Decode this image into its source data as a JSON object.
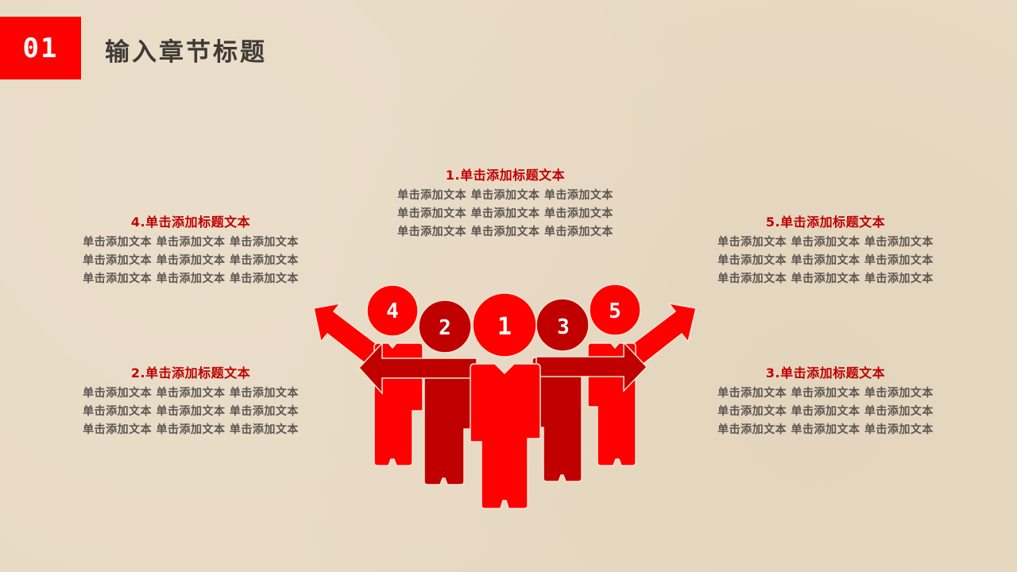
{
  "header": {
    "section_number": "01",
    "title": "输入章节标题"
  },
  "blocks": [
    {
      "id": 1,
      "heading": "1.单击添加标题文本",
      "lines": [
        "单击添加文本 单击添加文本 单击添加文本",
        "单击添加文本 单击添加文本 单击添加文本",
        "单击添加文本 单击添加文本 单击添加文本"
      ]
    },
    {
      "id": 2,
      "heading": "2.单击添加标题文本",
      "lines": [
        "单击添加文本 单击添加文本 单击添加文本",
        "单击添加文本 单击添加文本 单击添加文本",
        "单击添加文本 单击添加文本 单击添加文本"
      ]
    },
    {
      "id": 3,
      "heading": "3.单击添加标题文本",
      "lines": [
        "单击添加文本 单击添加文本 单击添加文本",
        "单击添加文本 单击添加文本 单击添加文本",
        "单击添加文本 单击添加文本 单击添加文本"
      ]
    },
    {
      "id": 4,
      "heading": "4.单击添加标题文本",
      "lines": [
        "单击添加文本 单击添加文本 单击添加文本",
        "单击添加文本 单击添加文本 单击添加文本",
        "单击添加文本 单击添加文本 单击添加文本"
      ]
    },
    {
      "id": 5,
      "heading": "5.单击添加标题文本",
      "lines": [
        "单击添加文本 单击添加文本 单击添加文本",
        "单击添加文本 单击添加文本 单击添加文本",
        "单击添加文本 单击添加文本 单击添加文本"
      ]
    }
  ],
  "figures": {
    "labels": [
      "1",
      "2",
      "3",
      "4",
      "5"
    ]
  },
  "colors": {
    "accent_red": "#ff0000",
    "dark_red": "#c00000",
    "title_text": "#3f3a36",
    "body_text": "#5b5652",
    "background": "#e8dac4"
  }
}
